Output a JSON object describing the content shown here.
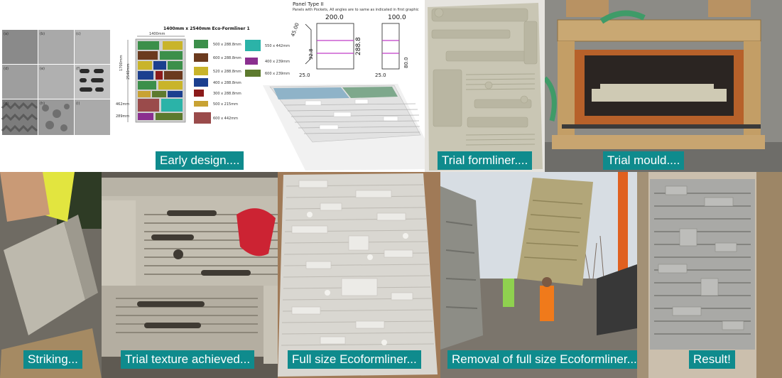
{
  "captions": {
    "early_design": "Early design....",
    "trial_formliner": "Trial formliner....",
    "trial_mould": "Trial mould....",
    "striking": "Striking...",
    "trial_texture": "Trial texture achieved...",
    "full_size": "Full size Ecoformliner...",
    "removal": "Removal of full size Ecoformliner...",
    "result": "Result!"
  },
  "texture_grid": {
    "labels": [
      "(a)",
      "(b)",
      "(c)",
      "(d)",
      "(e)",
      "(f)",
      "(g)",
      "(h)",
      "(i)"
    ]
  },
  "layout_drawing": {
    "title": "1400mm x 2540mm Eco-Formliner 1",
    "width_dim": "1400mm",
    "height_dim": "2540mm",
    "dim_a": "1700mm",
    "dim_b": "462mm",
    "dim_c": "289mm",
    "legend": [
      {
        "label": "500 x 288.8mm",
        "color": "#3c8f4a"
      },
      {
        "label": "600 x 288.8mm",
        "color": "#6b3a1e"
      },
      {
        "label": "520 x 288.8mm",
        "color": "#c9b42a"
      },
      {
        "label": "400 x 288.8mm",
        "color": "#1b3f8f"
      },
      {
        "label": "300 x 288.8mm",
        "color": "#8b1a1a"
      },
      {
        "label": "500 x 215mm",
        "color": "#c8a233"
      },
      {
        "label": "600 x 442mm",
        "color": "#9a4b4b"
      },
      {
        "label": "550 x 442mm",
        "color": "#2bb3a8"
      },
      {
        "label": "400 x 239mm",
        "color": "#8a2f8f"
      },
      {
        "label": "600 x 239mm",
        "color": "#5d7a2e"
      }
    ]
  },
  "panel_drawing": {
    "title": "Panel Type II",
    "subtitle": "Panels with Pockets, All angles are to same as indicated in first graphic",
    "dim_width": "200.0",
    "dim_height": "288.8",
    "dim_angle": "45.00",
    "dim_depth": "25.0",
    "dim_pocket": "92.8",
    "dim_side_width": "100.0",
    "dim_side_depth": "25.0",
    "dim_side_pocket": "80.0"
  }
}
